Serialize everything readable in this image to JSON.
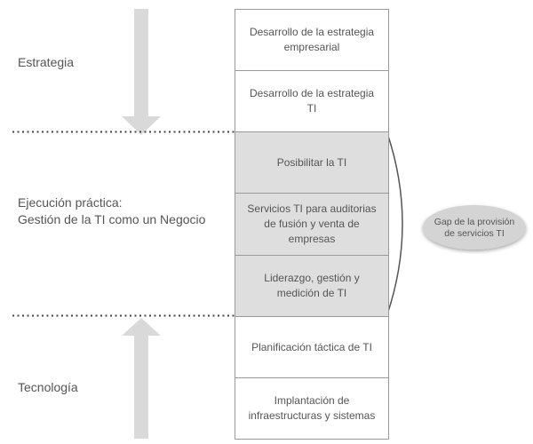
{
  "side_labels": {
    "strategy": "Estrategia",
    "execution": "Ejecución práctica:\nGestión de la TI como un Negocio",
    "technology": "Tecnología"
  },
  "boxes": [
    {
      "text": "Desarrollo de la estrategia empresarial",
      "shaded": false
    },
    {
      "text": "Desarrollo de la estrategia TI",
      "shaded": false
    },
    {
      "text": "Posibilitar la TI",
      "shaded": true
    },
    {
      "text": "Servicios TI para auditorias de fusión y venta de empresas",
      "shaded": true
    },
    {
      "text": "Liderazgo, gestión y medición de TI",
      "shaded": true
    },
    {
      "text": "Planificación táctica de TI",
      "shaded": false
    },
    {
      "text": "Implantación de infraestructuras y sistemas",
      "shaded": false
    }
  ],
  "gap": {
    "label": "Gap de la provisión de servicios TI"
  },
  "colors": {
    "arrow": "#d9d9d9",
    "box_border": "#9a9a9a",
    "shaded_fill": "#dedede",
    "ellipse_fill": "#d4d4d4",
    "dotted_line": "#444444",
    "text": "#555555"
  }
}
